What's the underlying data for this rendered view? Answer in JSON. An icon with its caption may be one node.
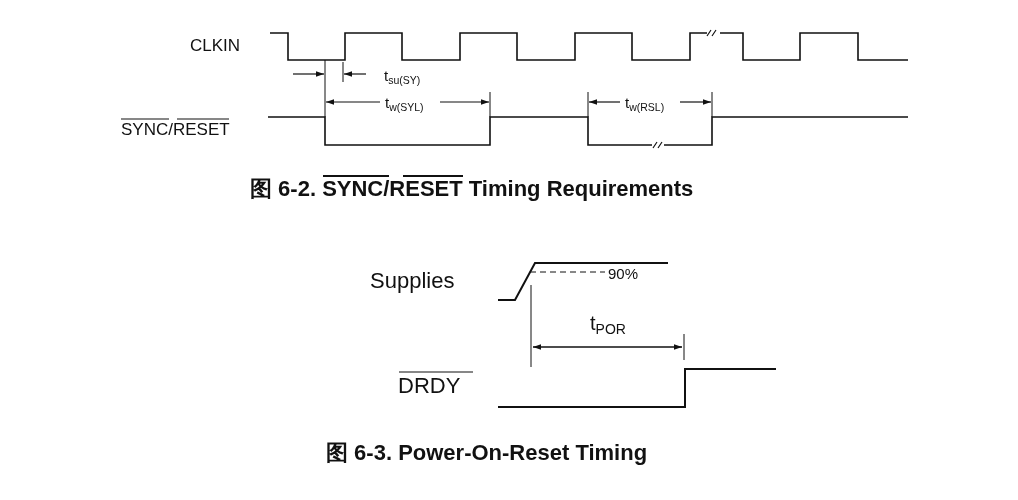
{
  "diagram": {
    "labels": [
      "CLKIN",
      "t$_{su(SY)}$",
      "t$_{w(SYL)}$",
      "t$_{w(RSL)}$",
      "SYNC/RESET",
      "图 6-2. SYNC/RESET Timing Requirements",
      "Supplies",
      "90%",
      "t$_{POR}$",
      "DRDY",
      "图 6-3. Power-On-Reset Timing"
    ]
  }
}
